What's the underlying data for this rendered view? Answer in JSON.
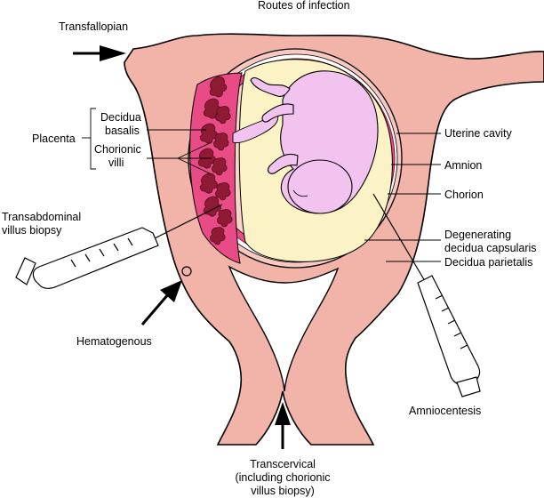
{
  "title": "Routes of infection",
  "labels": {
    "transfallopian": "Transfallopian",
    "placenta": "Placenta",
    "decidua_basalis_1": "Decidua",
    "decidua_basalis_2": "basalis",
    "chorionic_villi_1": "Chorionic",
    "chorionic_villi_2": "villi",
    "uterine_cavity": "Uterine cavity",
    "amnion": "Amnion",
    "chorion": "Chorion",
    "degenerating_1": "Degenerating",
    "degenerating_2": "decidua capsularis",
    "decidua_parietalis": "Decidua parietalis",
    "transabdominal_1": "Transabdominal",
    "transabdominal_2": "villus biopsy",
    "hematogenous": "Hematogenous",
    "amniocentesis": "Amniocentesis",
    "transcervical_1": "Transcervical",
    "transcervical_2": "(including chorionic",
    "transcervical_3": "villus biopsy)"
  },
  "colors": {
    "uterus": "#f2b3a8",
    "decidua": "#e94b86",
    "villi": "#8e1a33",
    "amniotic_fluid": "#fbf3c6",
    "fetus": "#f3c3ef",
    "outline": "#000000"
  }
}
